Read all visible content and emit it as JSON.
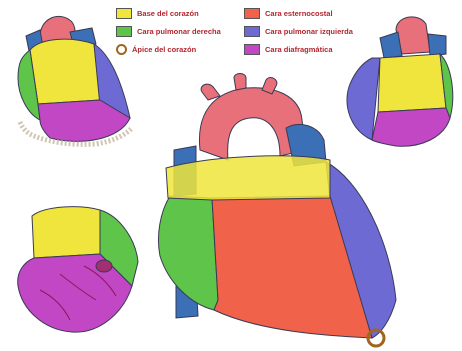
{
  "legend": {
    "items": [
      {
        "label": "Base del corazón",
        "color": "#f0e53c",
        "marker": "swatch"
      },
      {
        "label": "Cara pulmonar derecha",
        "color": "#5ec44a",
        "marker": "swatch"
      },
      {
        "label": "Ápice del corazón",
        "color": "#a0661e",
        "marker": "ring"
      },
      {
        "label": "Cara esternocostal",
        "color": "#f0634a",
        "marker": "swatch"
      },
      {
        "label": "Cara pulmonar izquierda",
        "color": "#6d6ad4",
        "marker": "swatch"
      },
      {
        "label": "Cara diafragmática",
        "color": "#c247c4",
        "marker": "swatch"
      }
    ]
  },
  "colors": {
    "base": "#f0e53c",
    "right_pulmonary": "#5ec44a",
    "sternocostal": "#f0634a",
    "left_pulmonary": "#6d6ad4",
    "diaphragmatic": "#c247c4",
    "apex_ring": "#a0661e",
    "aorta": "#e8707a",
    "vessel_blue": "#3b6fb6",
    "outline": "#3a3a55"
  },
  "figures": [
    "heart-view-top-left",
    "heart-view-top-right",
    "heart-view-bottom-left",
    "heart-view-center"
  ]
}
